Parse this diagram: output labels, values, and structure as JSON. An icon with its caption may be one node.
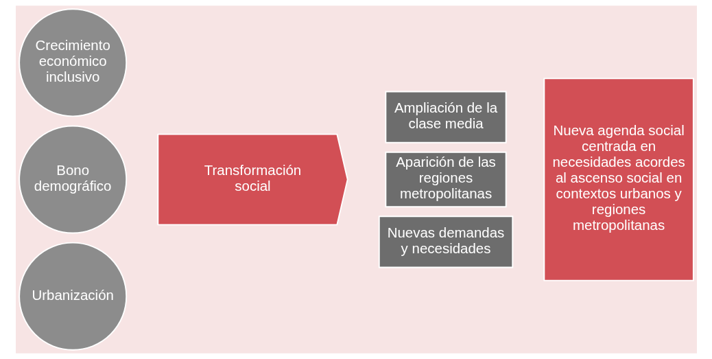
{
  "diagram": {
    "nodes": [
      {
        "text": [
          "Crecimiento económico inclusivo"
        ]
      },
      {
        "text": [
          "Bono demográfico"
        ]
      },
      {
        "text": [
          "Urbanización"
        ]
      },
      {
        "text": [
          "Transformación social"
        ]
      },
      {
        "text": [
          "Ampliación de la clase media"
        ]
      },
      {
        "text": [
          "Aparición de las regiones metropolitanas"
        ]
      },
      {
        "text": [
          "Nuevas demandas y necesidades"
        ]
      },
      {
        "text": [
          "Nueva agenda social centrada en necesidades acordes al ascenso social en contextos urbanos y regiones metropolitanas"
        ]
      }
    ]
  }
}
